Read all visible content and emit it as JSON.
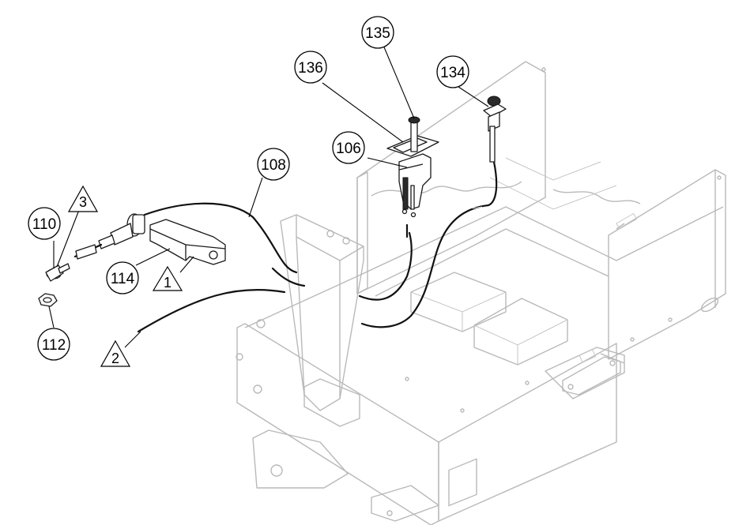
{
  "diagram": {
    "callouts": [
      {
        "id": "c135",
        "label": "135"
      },
      {
        "id": "c136",
        "label": "136"
      },
      {
        "id": "c134",
        "label": "134"
      },
      {
        "id": "c106",
        "label": "106"
      },
      {
        "id": "c108",
        "label": "108"
      },
      {
        "id": "c110",
        "label": "110"
      },
      {
        "id": "c114",
        "label": "114"
      },
      {
        "id": "c112",
        "label": "112"
      }
    ],
    "notes": [
      {
        "id": "n1",
        "label": "1"
      },
      {
        "id": "n2",
        "label": "2"
      },
      {
        "id": "n3",
        "label": "3"
      }
    ]
  }
}
